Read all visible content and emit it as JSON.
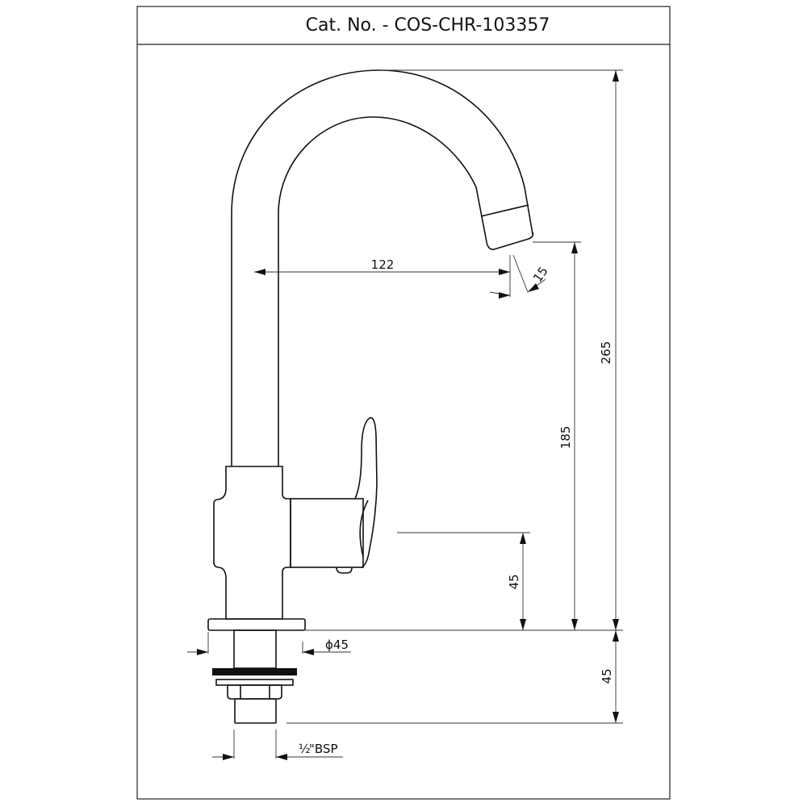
{
  "title": "Cat. No. - COS-CHR-103357",
  "dimensions": {
    "total_height": "265",
    "spout_height": "185",
    "handle_height": "45",
    "shank_length": "45",
    "reach": "122",
    "outlet_diameter": "15",
    "flange_diameter": "ϕ45",
    "thread_size_fraction": "½",
    "thread_size": "\"BSP"
  }
}
